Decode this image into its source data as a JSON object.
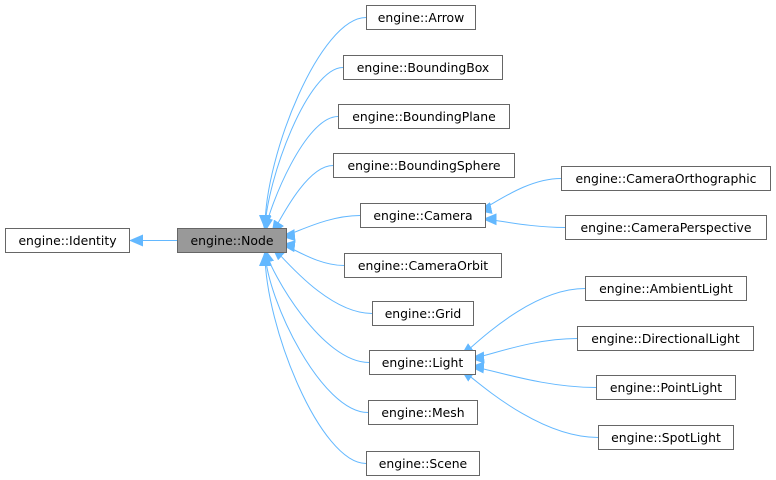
{
  "colors": {
    "edge": "#63b8ff",
    "node_border": "#666666",
    "node_fill": "#ffffff",
    "current_fill": "#999999"
  },
  "nodes": {
    "identity": "engine::Identity",
    "node": "engine::Node",
    "arrow": "engine::Arrow",
    "bounding_box": "engine::BoundingBox",
    "bounding_plane": "engine::BoundingPlane",
    "bounding_sphere": "engine::BoundingSphere",
    "camera": "engine::Camera",
    "camera_orbit": "engine::CameraOrbit",
    "grid": "engine::Grid",
    "light": "engine::Light",
    "mesh": "engine::Mesh",
    "scene": "engine::Scene",
    "camera_orthographic": "engine::CameraOrthographic",
    "camera_perspective": "engine::CameraPerspective",
    "ambient_light": "engine::AmbientLight",
    "directional_light": "engine::DirectionalLight",
    "point_light": "engine::PointLight",
    "spot_light": "engine::SpotLight"
  },
  "edges": [
    {
      "from": "node",
      "to": "identity"
    },
    {
      "from": "arrow",
      "to": "node"
    },
    {
      "from": "bounding_box",
      "to": "node"
    },
    {
      "from": "bounding_plane",
      "to": "node"
    },
    {
      "from": "bounding_sphere",
      "to": "node"
    },
    {
      "from": "camera",
      "to": "node"
    },
    {
      "from": "camera_orbit",
      "to": "node"
    },
    {
      "from": "grid",
      "to": "node"
    },
    {
      "from": "light",
      "to": "node"
    },
    {
      "from": "mesh",
      "to": "node"
    },
    {
      "from": "scene",
      "to": "node"
    },
    {
      "from": "camera_orthographic",
      "to": "camera"
    },
    {
      "from": "camera_perspective",
      "to": "camera"
    },
    {
      "from": "ambient_light",
      "to": "light"
    },
    {
      "from": "directional_light",
      "to": "light"
    },
    {
      "from": "point_light",
      "to": "light"
    },
    {
      "from": "spot_light",
      "to": "light"
    }
  ]
}
